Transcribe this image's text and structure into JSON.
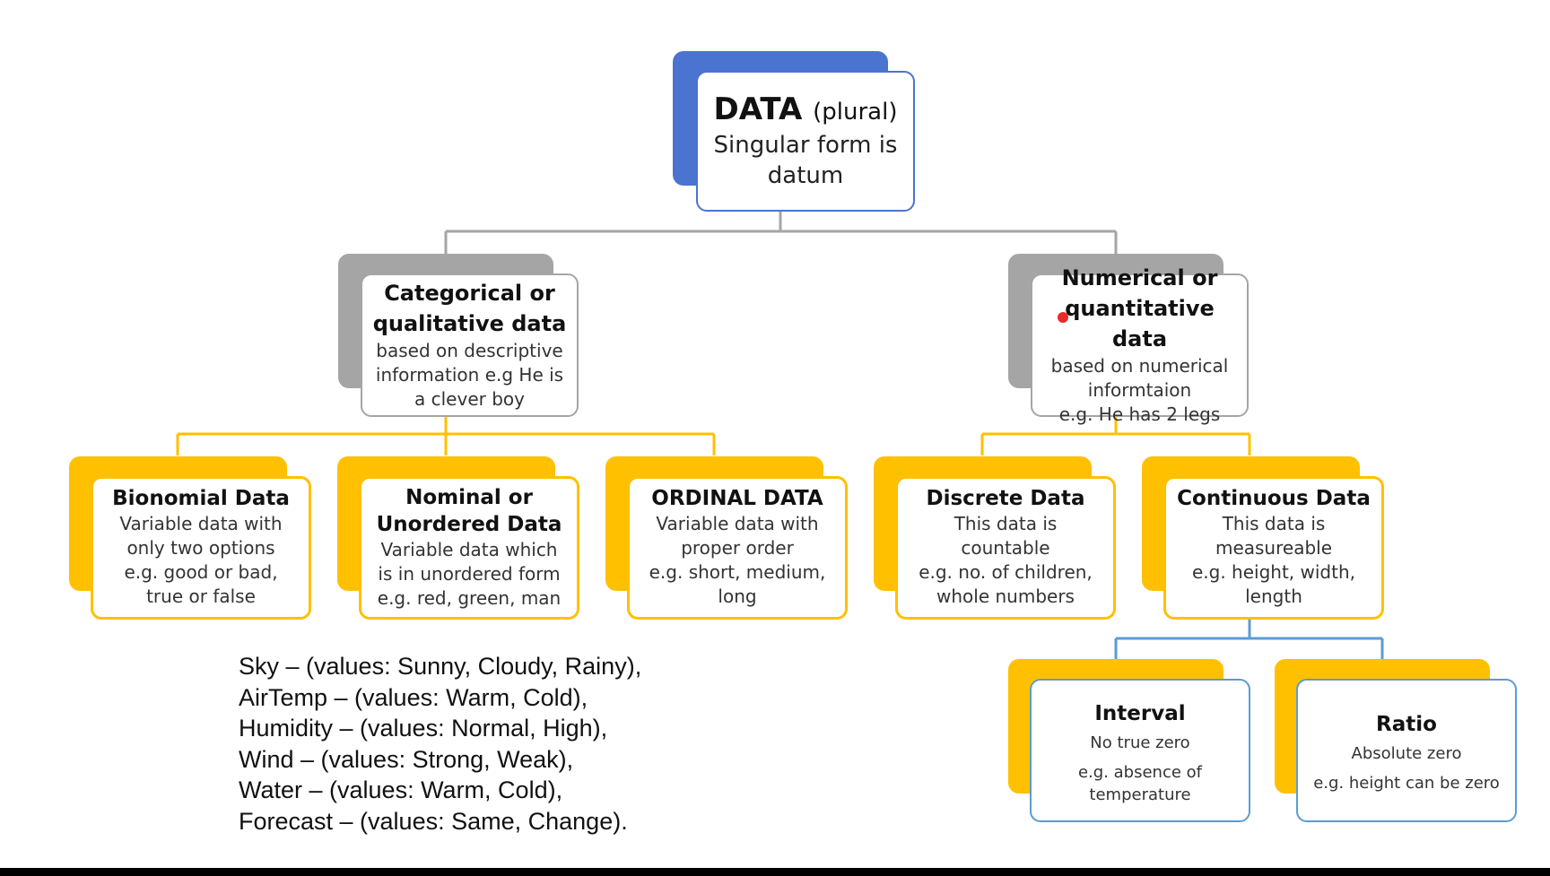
{
  "root": {
    "title": "DATA",
    "title_suffix": "(plural)",
    "line1": "Singular form is",
    "line2": "datum"
  },
  "categorical": {
    "title1": "Categorical or",
    "title2": "qualitative data",
    "desc1": "based on descriptive",
    "desc2": "information e.g He is",
    "desc3": "a clever boy"
  },
  "numerical": {
    "title1": "Numerical or",
    "title2": "quantitative data",
    "desc1": "based on numerical",
    "desc2": "informtaion",
    "desc3": "e.g. He has 2 legs"
  },
  "binomial": {
    "title": "Bionomial Data",
    "desc1": "Variable data with",
    "desc2": "only two options",
    "desc3": "e.g. good or bad,",
    "desc4": "true or false"
  },
  "nominal": {
    "title1": "Nominal or",
    "title2": "Unordered Data",
    "desc1": "Variable data which",
    "desc2": "is in unordered form",
    "desc3": "e.g. red, green, man"
  },
  "ordinal": {
    "title": "ORDINAL DATA",
    "desc1": "Variable data with",
    "desc2": "proper order",
    "desc3": "e.g. short, medium,",
    "desc4": "long"
  },
  "discrete": {
    "title": "Discrete Data",
    "desc1": "This data is",
    "desc2": "countable",
    "desc3": "e.g. no. of children,",
    "desc4": "whole numbers"
  },
  "continuous": {
    "title": "Continuous Data",
    "desc1": "This data is",
    "desc2": "measureable",
    "desc3": "e.g. height, width,",
    "desc4": "length"
  },
  "interval": {
    "title": "Interval",
    "desc1": "No true zero",
    "desc2": "e.g. absence of",
    "desc3": "temperature"
  },
  "ratio": {
    "title": "Ratio",
    "desc1": "Absolute zero",
    "desc2": "e.g. height can be zero"
  },
  "examples": [
    "Sky – (values: Sunny, Cloudy, Rainy),",
    "AirTemp – (values: Warm, Cold),",
    "Humidity – (values: Normal, High),",
    "Wind – (values: Strong, Weak),",
    "Water – (values: Warm, Cold),",
    "Forecast – (values: Same, Change)."
  ],
  "colors": {
    "root_blue": "#4a74cf",
    "level2_grey": "#a5a5a5",
    "level3_yellow": "#ffc000",
    "leaf_border_blue": "#5b9bd5",
    "pointer_red": "#ea2a2a"
  }
}
